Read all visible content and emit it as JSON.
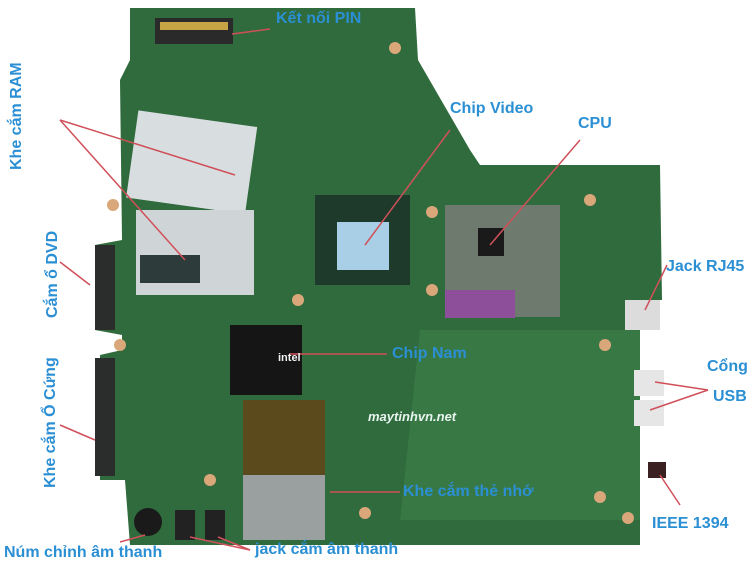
{
  "labels": {
    "battery": "Kết nối PIN",
    "ram": "Khe cắm RAM",
    "dvd": "Cắm ổ DVD",
    "hdd": "Khe cắm Ổ Cứng",
    "video_chip": "Chip Video",
    "cpu": "CPU",
    "rj45": "Jack RJ45",
    "usb_line1": "Cổng",
    "usb_line2": "USB",
    "south_chip": "Chip Nam",
    "card_slot": "Khe cắm thẻ nhớ",
    "ieee": "IEEE 1394",
    "volume_knob": "Núm chỉnh âm thanh",
    "audio_jack": "jack cắm âm thanh"
  },
  "watermark": "maytinhvn.net",
  "chip_marking": "intel",
  "colors": {
    "label": "#2b8fd4",
    "pointer": "#d0505a",
    "board": "#2f6b3c"
  }
}
